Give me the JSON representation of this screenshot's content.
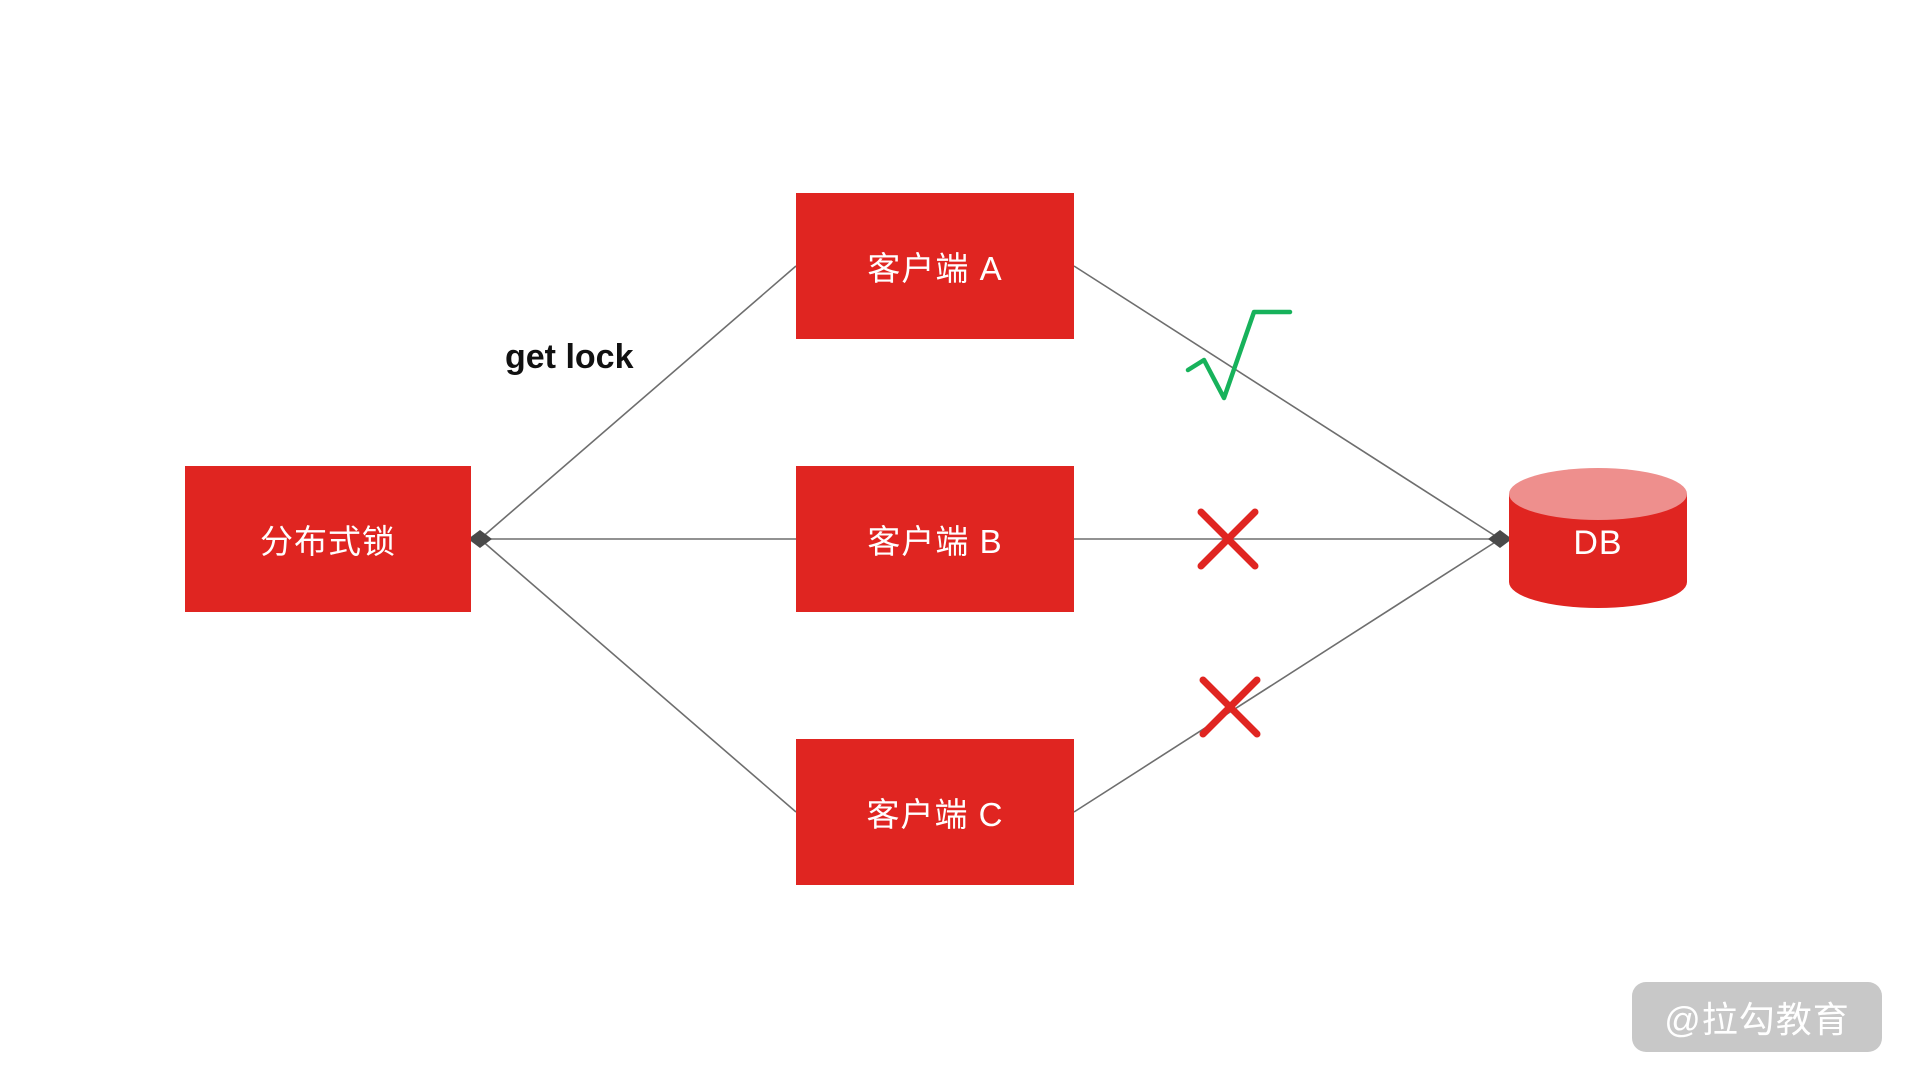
{
  "diagram": {
    "lock_node": {
      "label": "分布式锁"
    },
    "clients": [
      {
        "label": "客户端 A",
        "result": "success"
      },
      {
        "label": "客户端 B",
        "result": "fail"
      },
      {
        "label": "客户端 C",
        "result": "fail"
      }
    ],
    "db_node": {
      "label": "DB"
    },
    "edge_label": "get lock",
    "icons": {
      "check": "√",
      "cross": "✕"
    },
    "colors": {
      "node_red": "#e02521",
      "db_top_pink": "#ee8f8d",
      "check_green": "#17b25b",
      "cross_red": "#e02521",
      "edge_gray": "#6e6e6e"
    },
    "watermark": "@拉勾教育"
  }
}
